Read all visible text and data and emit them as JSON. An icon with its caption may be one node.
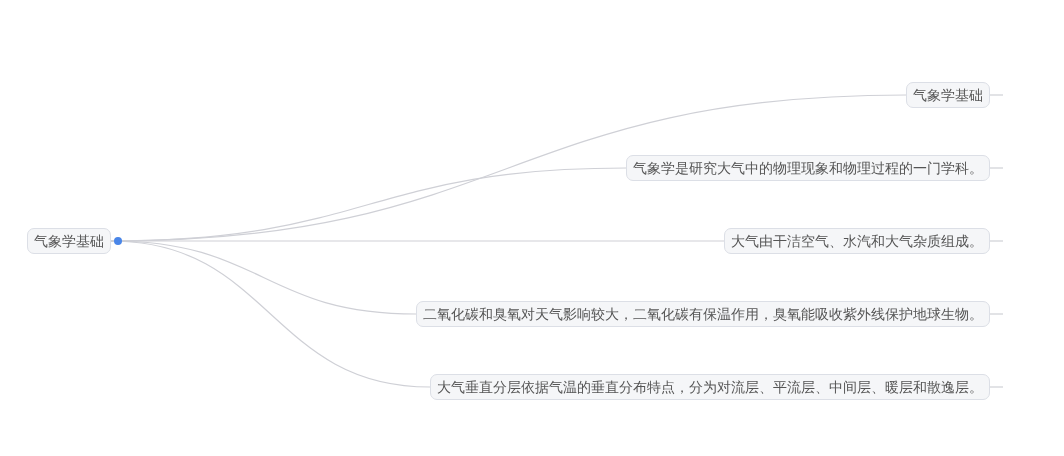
{
  "diagram": {
    "nodes": [
      {
        "text": [
          "气象学基础"
        ]
      },
      {
        "text": [
          "气象学基础"
        ]
      },
      {
        "text": [
          "气象学是研究大气中的物理现象和物理过程的一门学科。"
        ]
      },
      {
        "text": [
          "大气由干洁空气、水汽和大气杂质组成。"
        ]
      },
      {
        "text": [
          "二氧化碳和臭氧对天气影响较大，二氧化碳有保温作用，臭氧能吸收紫外线保护地球生物。"
        ]
      },
      {
        "text": [
          "大气垂直分层依据气温的垂直分布特点，分为对流层、平流层、中间层、暖层和散逸层。"
        ]
      }
    ],
    "edges": [
      {
        "from": 0,
        "to": 1,
        "arrow": "none"
      },
      {
        "from": 0,
        "to": 2,
        "arrow": "none"
      },
      {
        "from": 0,
        "to": 3,
        "arrow": "none"
      },
      {
        "from": 0,
        "to": 4,
        "arrow": "none"
      },
      {
        "from": 0,
        "to": 5,
        "arrow": "none"
      }
    ]
  }
}
